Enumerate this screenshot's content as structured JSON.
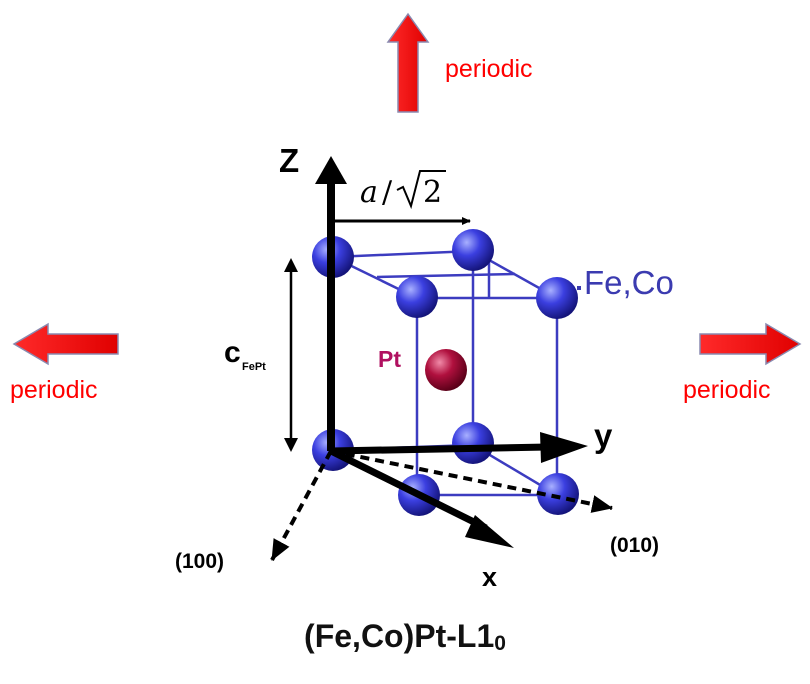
{
  "labels": {
    "periodic_top": "periodic",
    "periodic_left": "periodic",
    "periodic_right": "periodic",
    "axis_z": "Z",
    "axis_y": "y",
    "axis_x": "x",
    "dir_100": "(100)",
    "dir_010": "(010)",
    "lattice_a_var": "a",
    "lattice_a_slash": "/",
    "lattice_a_sqrt2": "2",
    "c_main": "c",
    "c_sub": "FePt",
    "atom_pt": "Pt",
    "atom_feco": "Fe,Co"
  },
  "title": {
    "main": "(Fe,Co)Pt-L1",
    "sub": "0"
  },
  "colors": {
    "periodic_arrow": "#ff0000",
    "periodic_text": "#ff0000",
    "feco_atom": "#3a3ad0",
    "feco_text": "#3b3bb0",
    "pt_atom": "#a8103c",
    "pt_text": "#b01060",
    "cell_lines": "#3c3cc0",
    "axes": "#000000"
  }
}
